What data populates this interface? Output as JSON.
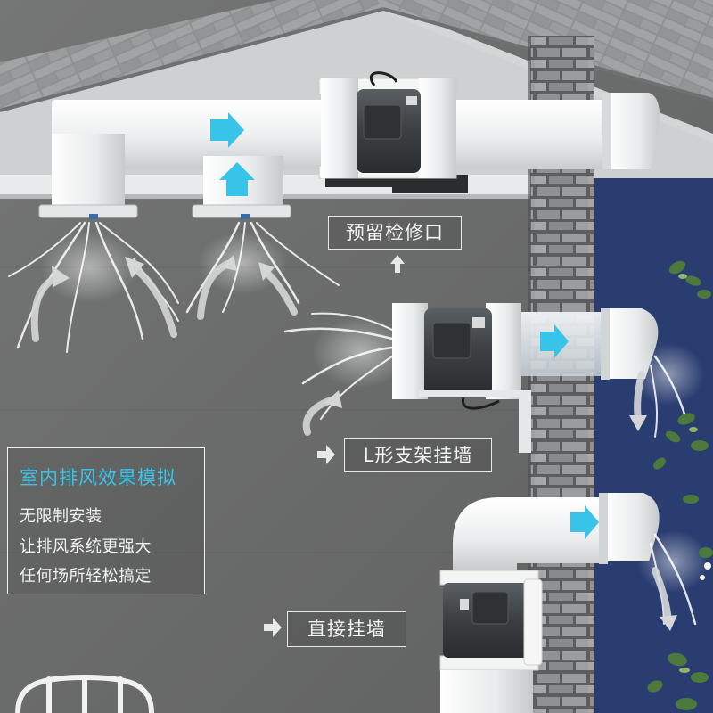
{
  "labels": {
    "reserved_access": "预留检修口",
    "l_bracket": "L形支架挂墙",
    "direct_mount": "直接挂墙"
  },
  "info_panel": {
    "heading": "室内排风效果模拟",
    "lines": [
      "无限制安装",
      "让排风系统更强大",
      "任何场所轻松搞定"
    ]
  },
  "colors": {
    "accent": "#38c3e8",
    "wall": "#6b6b6b",
    "night_sky": "#2e4378",
    "roof_tile": "#8f9092",
    "duct_white": "#f1f2f2",
    "fan_dark": "#3d4144"
  },
  "icons": [
    "flow-arrow-icon",
    "pointer-arrow-icon",
    "airflow-icon"
  ]
}
